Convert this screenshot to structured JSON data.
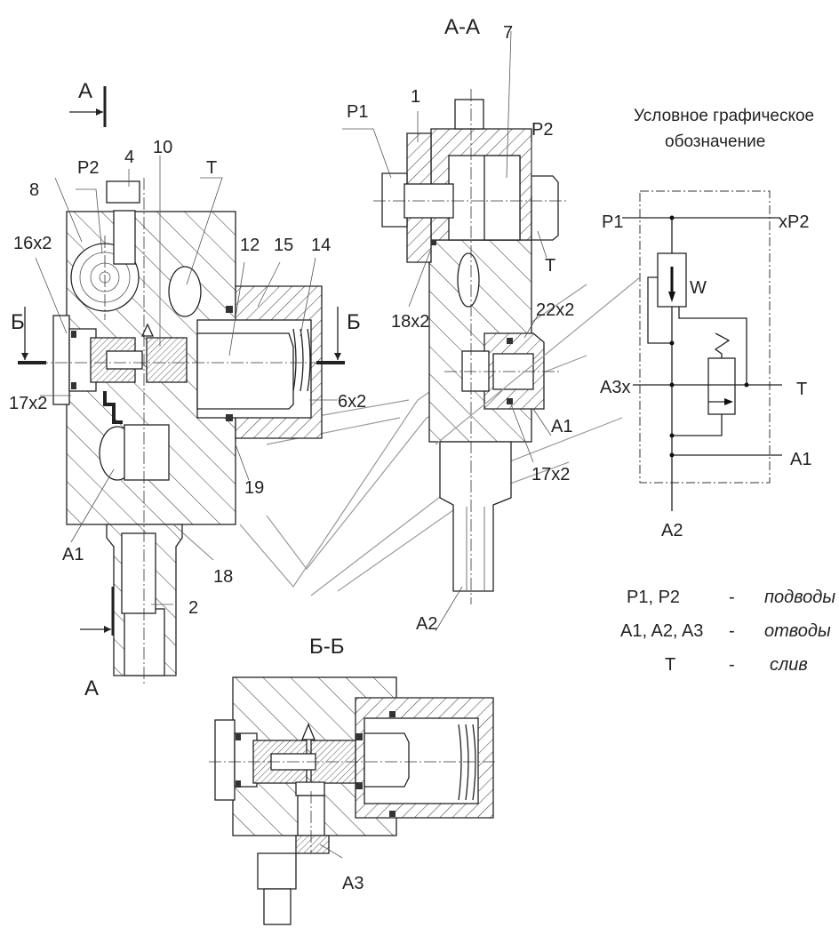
{
  "section_titles": {
    "aa": "А-А",
    "bb": "Б-Б"
  },
  "cut_markers": {
    "a_top": "А",
    "a_bottom": "А",
    "b_left": "Б",
    "b_right": "Б"
  },
  "left_view_labels": {
    "p2": "P2",
    "n4": "4",
    "n10": "10",
    "t": "T",
    "n8": "8",
    "n16x2": "16x2",
    "n12": "12",
    "n15": "15",
    "n14": "14",
    "n17x2": "17x2",
    "n6x2": "6x2",
    "n19": "19",
    "a1": "A1",
    "n18": "18",
    "n2": "2"
  },
  "section_aa_labels": {
    "p1": "P1",
    "n1": "1",
    "n7": "7",
    "p2": "P2",
    "t": "T",
    "n18x2": "18x2",
    "n22x2": "22x2",
    "a1": "A1",
    "n17x2": "17x2",
    "a2": "A2"
  },
  "section_bb_labels": {
    "a3": "A3"
  },
  "schematic": {
    "title_line1": "Условное графическое",
    "title_line2": "обозначение",
    "ports": {
      "p1": "P1",
      "p2": "xP2",
      "a3": "A3x",
      "t": "T",
      "a1": "A1",
      "a2": "A2"
    },
    "valve_mark": "W"
  },
  "legend": [
    {
      "ports": "P1, P2",
      "dash": "-",
      "meaning": "подводы"
    },
    {
      "ports": "A1, A2, A3",
      "dash": "-",
      "meaning": "отводы"
    },
    {
      "ports": "T",
      "dash": "-",
      "meaning": "слив"
    }
  ]
}
